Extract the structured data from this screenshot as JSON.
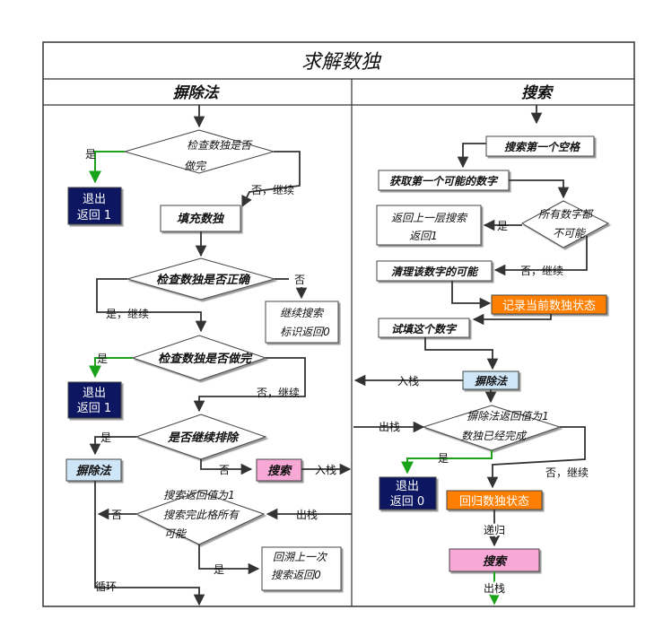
{
  "title": "求解数独",
  "columns": {
    "left": "摒除法",
    "right": "搜索"
  },
  "left": {
    "check_complete_1": [
      "检查数独是否",
      "做完"
    ],
    "exit_1": [
      "退出",
      "返回 1"
    ],
    "fill": "填充数独",
    "check_correct": "检查数独是否正确",
    "continue_search": [
      "继续搜索",
      "标识返回0"
    ],
    "check_complete_2": "检查数独是否做完",
    "exit_2": [
      "退出",
      "返回 1"
    ],
    "continue_elim": "是否继续排除",
    "elim_box": "摒除法",
    "search_box": "搜索",
    "search_ret": [
      "搜索返回值为1",
      "搜索完此格所有",
      "可能"
    ],
    "backtrack": [
      "回溯上一次",
      "搜索返回0"
    ]
  },
  "right": {
    "search_first": "搜索第一个空格",
    "get_first": "获取第一个可能的数字",
    "all_impossible": [
      "所有数字都",
      "不可能"
    ],
    "return_up": [
      "返回上一层搜索",
      "返回1"
    ],
    "clear": "清理该数字的可能",
    "record": "记录当前数独状态",
    "try_fill": "试填这个数字",
    "elim_box": "摒除法",
    "elim_ret": [
      "摒除法返回值为1",
      "数独已经完成"
    ],
    "exit_0": [
      "退出",
      "返回 0"
    ],
    "restore": "回归数独状态",
    "search_box": "搜索"
  },
  "labels": {
    "yes": "是",
    "no": "否",
    "no_continue": "否，继续",
    "yes_continue": "是，继续",
    "push": "入栈",
    "pop": "出栈",
    "loop": "循环",
    "recurse": "递归"
  },
  "colors": {
    "exit_fill": "#0a1460",
    "elim_fill": "#cfe6f8",
    "search_fill": "#f7a8d6",
    "orange_fill": "#ff7f00",
    "yes_arrow": "#1aa31a",
    "line": "#333333"
  }
}
